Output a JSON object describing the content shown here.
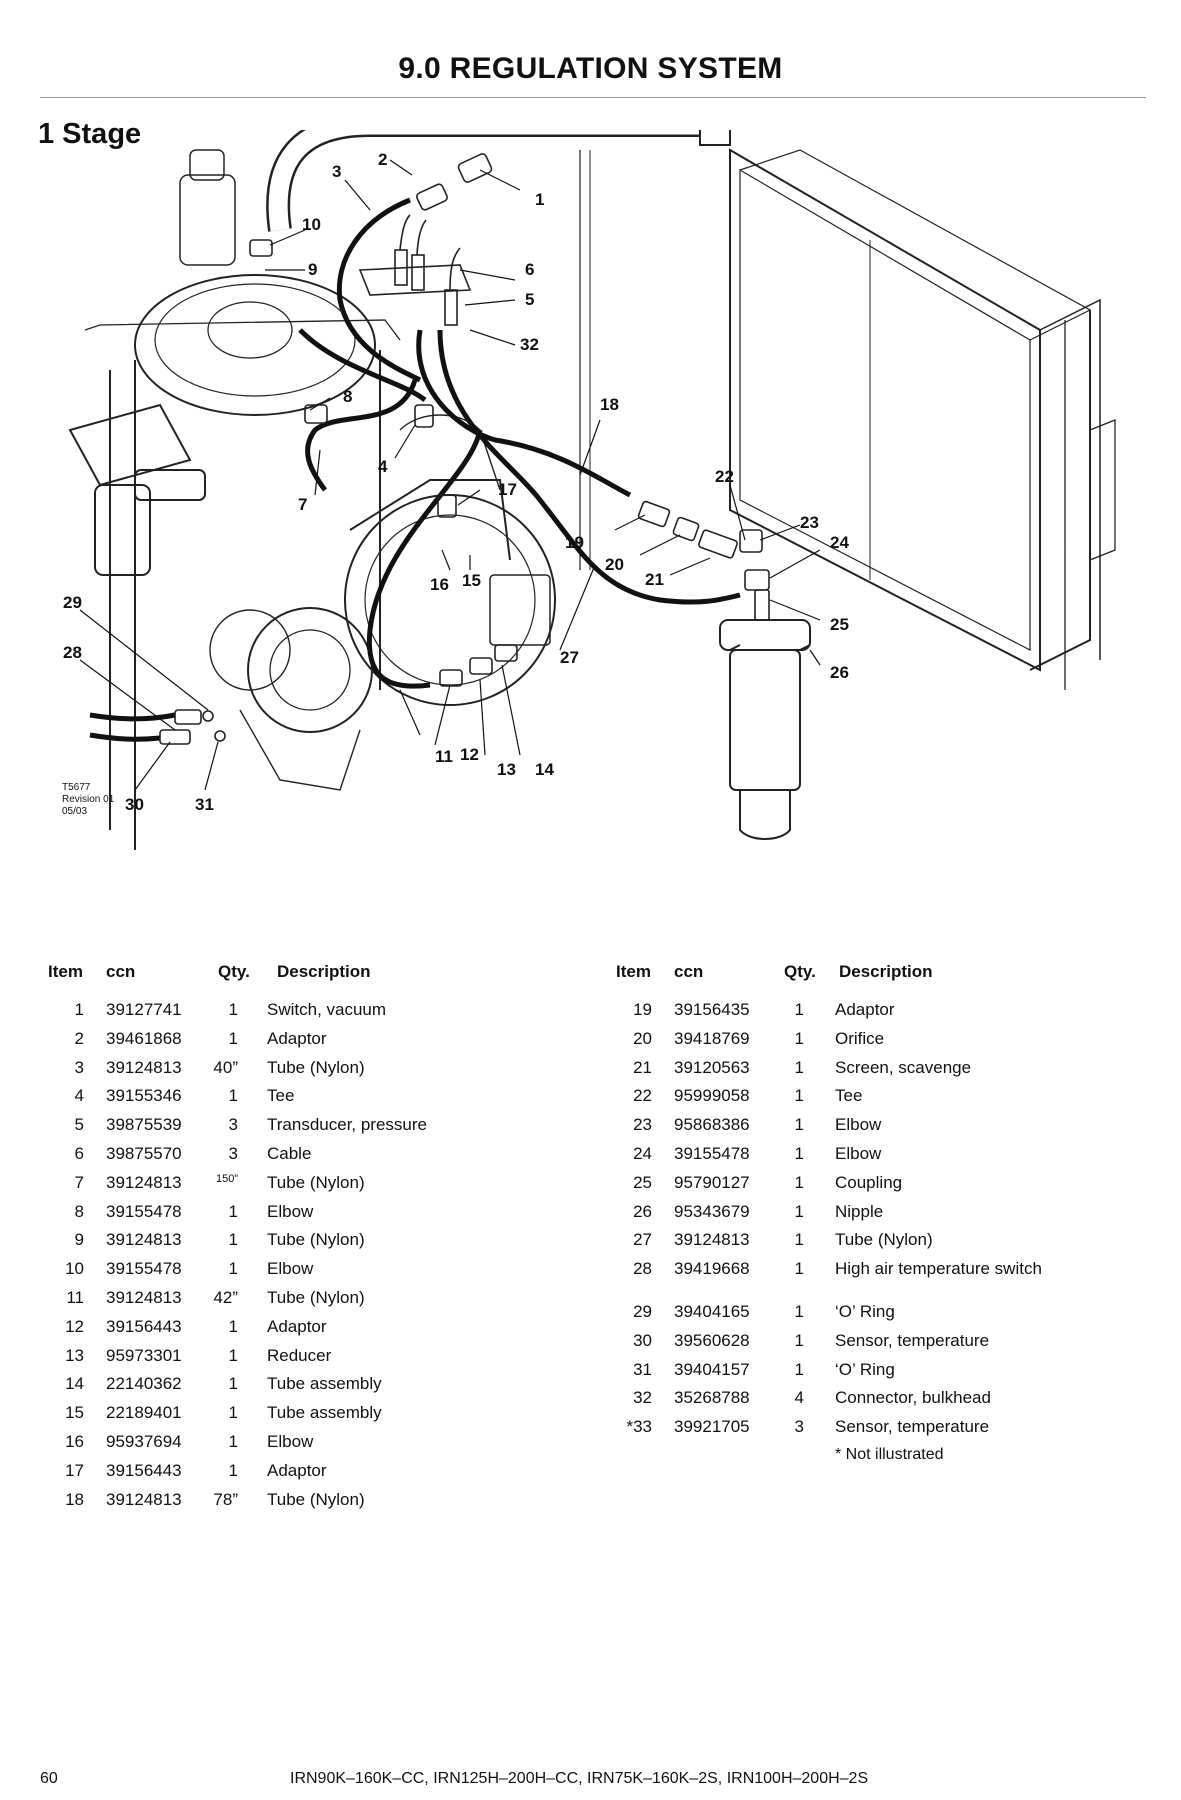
{
  "header": {
    "title": "9.0 REGULATION SYSTEM",
    "subtitle": "1 Stage"
  },
  "figure": {
    "id_lines": [
      "T5677",
      "Revision 01",
      "05/03"
    ],
    "callouts": [
      "1",
      "2",
      "3",
      "4",
      "5",
      "6",
      "7",
      "8",
      "9",
      "10",
      "11",
      "12",
      "13",
      "14",
      "15",
      "16",
      "17",
      "18",
      "19",
      "20",
      "21",
      "22",
      "23",
      "24",
      "25",
      "26",
      "27",
      "28",
      "29",
      "30",
      "31",
      "32"
    ]
  },
  "table": {
    "headers": {
      "item": "Item",
      "ccn": "ccn",
      "qty": "Qty.",
      "description": "Description"
    },
    "left": [
      {
        "item": "1",
        "ccn": "39127741",
        "qty": "1",
        "description": "Switch, vacuum"
      },
      {
        "item": "2",
        "ccn": "39461868",
        "qty": "1",
        "description": "Adaptor"
      },
      {
        "item": "3",
        "ccn": "39124813",
        "qty": "40”",
        "description": "Tube (Nylon)"
      },
      {
        "item": "4",
        "ccn": "39155346",
        "qty": "1",
        "description": "Tee"
      },
      {
        "item": "5",
        "ccn": "39875539",
        "qty": "3",
        "description": "Transducer, pressure"
      },
      {
        "item": "6",
        "ccn": "39875570",
        "qty": "3",
        "description": "Cable"
      },
      {
        "item": "7",
        "ccn": "39124813",
        "qty": "150”",
        "description": "Tube (Nylon)"
      },
      {
        "item": "8",
        "ccn": "39155478",
        "qty": "1",
        "description": "Elbow"
      },
      {
        "item": "9",
        "ccn": "39124813",
        "qty": "1",
        "description": "Tube (Nylon)"
      },
      {
        "item": "10",
        "ccn": "39155478",
        "qty": "1",
        "description": "Elbow"
      },
      {
        "item": "11",
        "ccn": "39124813",
        "qty": "42”",
        "description": "Tube (Nylon)"
      },
      {
        "item": "12",
        "ccn": "39156443",
        "qty": "1",
        "description": "Adaptor"
      },
      {
        "item": "13",
        "ccn": "95973301",
        "qty": "1",
        "description": "Reducer"
      },
      {
        "item": "14",
        "ccn": "22140362",
        "qty": "1",
        "description": "Tube assembly"
      },
      {
        "item": "15",
        "ccn": "22189401",
        "qty": "1",
        "description": "Tube assembly"
      },
      {
        "item": "16",
        "ccn": "95937694",
        "qty": "1",
        "description": "Elbow"
      },
      {
        "item": "17",
        "ccn": "39156443",
        "qty": "1",
        "description": "Adaptor"
      },
      {
        "item": "18",
        "ccn": "39124813",
        "qty": "78”",
        "description": "Tube (Nylon)"
      }
    ],
    "right_a": [
      {
        "item": "19",
        "ccn": "39156435",
        "qty": "1",
        "description": "Adaptor"
      },
      {
        "item": "20",
        "ccn": "39418769",
        "qty": "1",
        "description": "Orifice"
      },
      {
        "item": "21",
        "ccn": "39120563",
        "qty": "1",
        "description": "Screen, scavenge"
      },
      {
        "item": "22",
        "ccn": "95999058",
        "qty": "1",
        "description": "Tee"
      },
      {
        "item": "23",
        "ccn": "95868386",
        "qty": "1",
        "description": "Elbow"
      },
      {
        "item": "24",
        "ccn": "39155478",
        "qty": "1",
        "description": "Elbow"
      },
      {
        "item": "25",
        "ccn": "95790127",
        "qty": "1",
        "description": "Coupling"
      },
      {
        "item": "26",
        "ccn": "95343679",
        "qty": "1",
        "description": "Nipple"
      },
      {
        "item": "27",
        "ccn": "39124813",
        "qty": "1",
        "description": "Tube (Nylon)"
      },
      {
        "item": "28",
        "ccn": "39419668",
        "qty": "1",
        "description": "High air temperature switch"
      }
    ],
    "right_b": [
      {
        "item": "29",
        "ccn": "39404165",
        "qty": "1",
        "description": "‘O’ Ring"
      },
      {
        "item": "30",
        "ccn": "39560628",
        "qty": "1",
        "description": "Sensor, temperature"
      },
      {
        "item": "31",
        "ccn": "39404157",
        "qty": "1",
        "description": "‘O’ Ring"
      },
      {
        "item": "32",
        "ccn": "35268788",
        "qty": "4",
        "description": "Connector, bulkhead"
      },
      {
        "item": "*33",
        "ccn": "39921705",
        "qty": "3",
        "description": "Sensor, temperature"
      }
    ],
    "note": "* Not illustrated"
  },
  "footer": {
    "page_number": "60",
    "models": "IRN90K–160K–CC, IRN125H–200H–CC, IRN75K–160K–2S, IRN100H–200H–2S"
  }
}
